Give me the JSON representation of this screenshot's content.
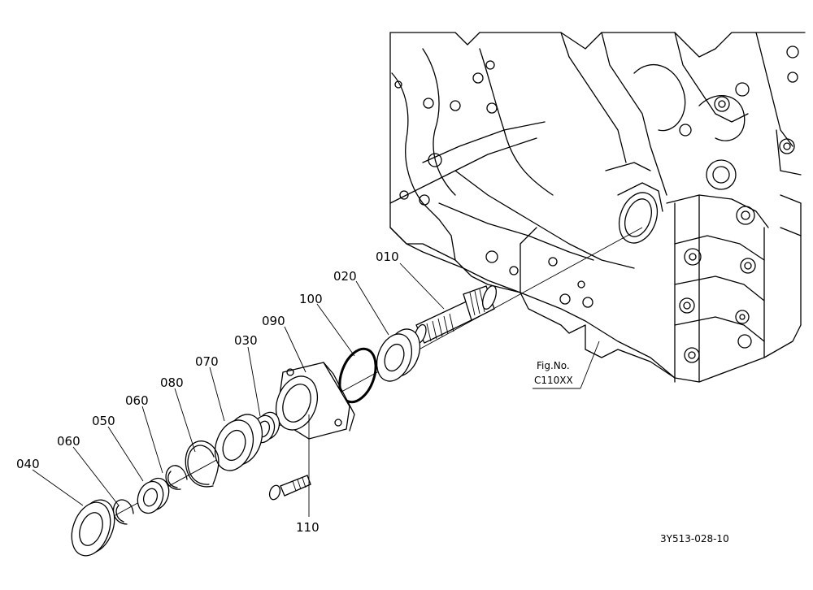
{
  "parts": [
    {
      "key": "p010",
      "number": "010"
    },
    {
      "key": "p020",
      "number": "020"
    },
    {
      "key": "p100",
      "number": "100"
    },
    {
      "key": "p090",
      "number": "090"
    },
    {
      "key": "p030",
      "number": "030"
    },
    {
      "key": "p070",
      "number": "070"
    },
    {
      "key": "p080",
      "number": "080"
    },
    {
      "key": "p060a",
      "number": "060"
    },
    {
      "key": "p050",
      "number": "050"
    },
    {
      "key": "p060b",
      "number": "060"
    },
    {
      "key": "p040",
      "number": "040"
    },
    {
      "key": "p110",
      "number": "110"
    }
  ],
  "reference": {
    "line1": "Fig.No.",
    "line2": "C110XX"
  },
  "drawing_code": "3Y513-028-10"
}
